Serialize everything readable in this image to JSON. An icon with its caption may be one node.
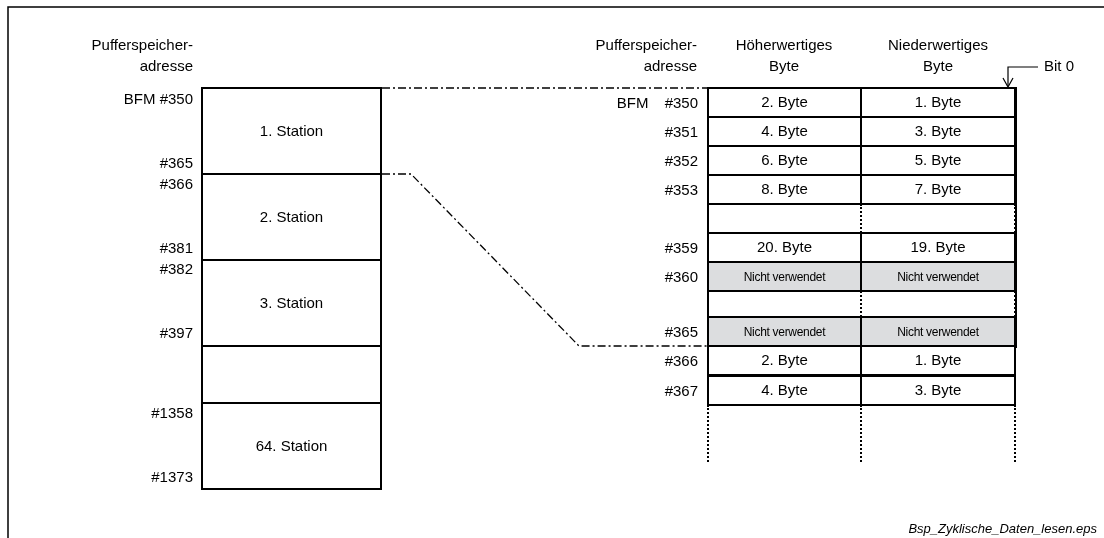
{
  "diagram": {
    "caption": "Bsp_Zyklische_Daten_lesen.eps",
    "nodes": [
      {
        "text": [
          "1. Station"
        ]
      },
      {
        "text": [
          "2. Station"
        ]
      },
      {
        "text": [
          "3. Station"
        ]
      },
      {
        "text": [],
        "shape": "box"
      },
      {
        "text": [
          "64. Station"
        ]
      },
      {
        "text": [],
        "shape": "box"
      }
    ],
    "edges": [
      {
        "from": 0,
        "to": 5,
        "arrow": "none",
        "style": "dashed"
      },
      {
        "from": 1,
        "to": 5,
        "arrow": "none",
        "style": "dashed"
      }
    ],
    "labels": [
      "Pufferspeicher- adresse",
      "Pufferspeicher- adresse",
      "Höherwertiges Byte",
      "Niederwertiges Byte",
      "Bit 0",
      "BFM #350",
      "#365",
      "#366",
      "#381",
      "#382",
      "#397",
      "#1358",
      "#1373",
      "BFM #350",
      "2. Byte",
      "1. Byte",
      "#351",
      "4. Byte",
      "3. Byte",
      "#352",
      "6. Byte",
      "5. Byte",
      "#353",
      "8. Byte",
      "7. Byte",
      "#359",
      "20. Byte",
      "19. Byte",
      "#360",
      "Nicht verwendet",
      "Nicht verwendet",
      "#365",
      "Nicht verwendet",
      "Nicht verwendet",
      "#366",
      "2. Byte",
      "1. Byte",
      "#367",
      "4. Byte",
      "3. Byte"
    ]
  }
}
